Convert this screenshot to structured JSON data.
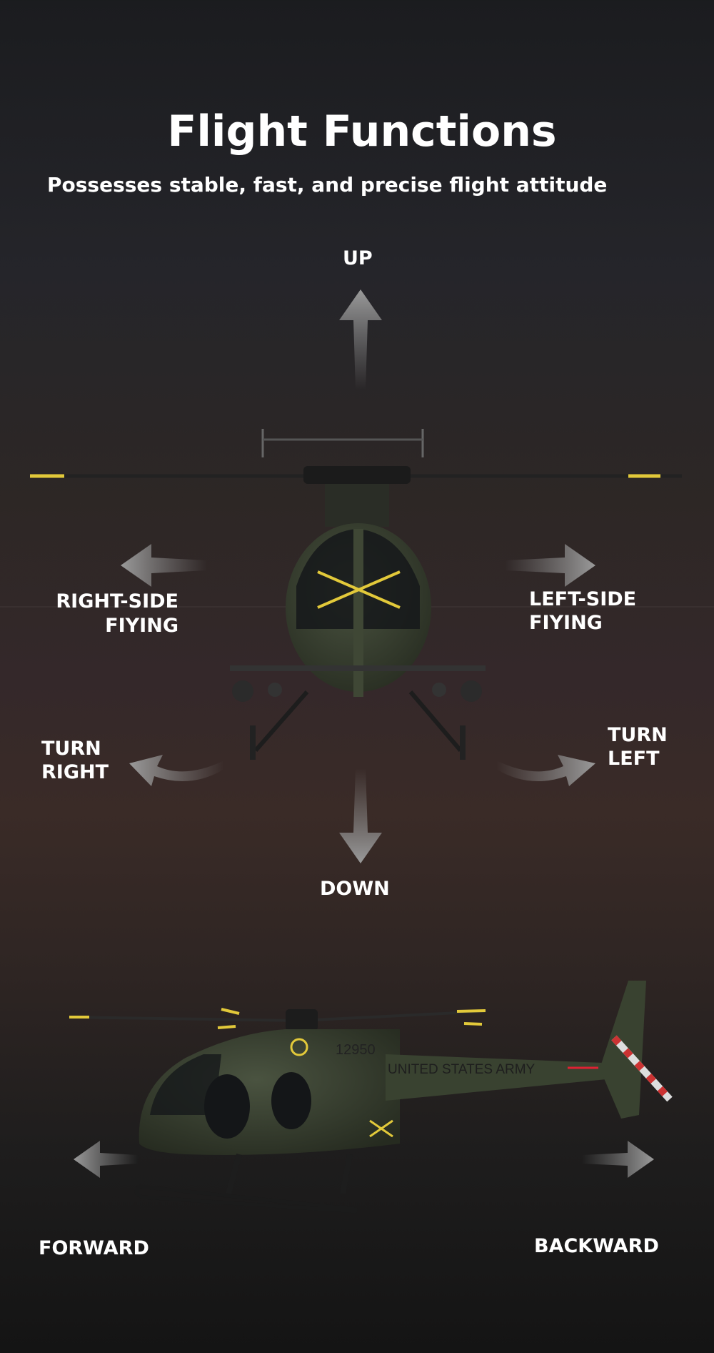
{
  "header": {
    "title": "Flight Functions",
    "subtitle": "Possesses stable, fast, and precise flight attitude"
  },
  "labels": {
    "up": "UP",
    "down": "DOWN",
    "right_side_1": "RIGHT-SIDE",
    "right_side_2": "FIYING",
    "left_side_1": "LEFT-SIDE",
    "left_side_2": "FIYING",
    "turn_right_1": "TURN",
    "turn_right_2": "RIGHT",
    "turn_left_1": "TURN",
    "turn_left_2": "LEFT",
    "forward": "FORWARD",
    "backward": "BACKWARD"
  },
  "helicopter": {
    "tail_number": "12950",
    "fuselage_text": "UNITED STATES ARMY"
  },
  "colors": {
    "arrow": "#8a8a8a",
    "body": "#3c4433",
    "accent": "#e2c93a"
  }
}
